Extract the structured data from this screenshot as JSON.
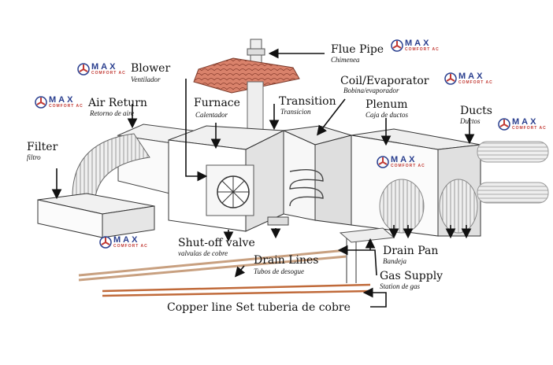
{
  "brand": {
    "logo_text": "MAX",
    "logo_sub": "COMFORT AC",
    "color_blue": "#2a3f8f",
    "color_red": "#c23a34"
  },
  "labels": {
    "flue_pipe": "Flue Pipe",
    "flue_pipe_es": "Chimenea",
    "blower": "Blower",
    "blower_es": "Ventilador",
    "coil": "Coil/Evaporator",
    "coil_es": "Bobina/evaporador",
    "air_return": "Air Return",
    "air_return_es": "Retorno de aire",
    "furnace": "Furnace",
    "furnace_es": "Calentador",
    "transition": "Transition",
    "transition_es": "Transicion",
    "plenum": "Plenum",
    "plenum_es": "Caja de ductos",
    "ducts": "Ducts",
    "ducts_es": "Ductos",
    "filter": "Filter",
    "filter_es": "filtro",
    "shutoff": "Shut-off valve",
    "shutoff_es": "valvulas de cobre",
    "drain_lines": "Drain Lines",
    "drain_lines_es": "Tubos de desogue",
    "drain_pan": "Drain Pan",
    "drain_pan_es": "Bandeja",
    "gas_supply": "Gas Supply",
    "gas_supply_es": "Station de gas",
    "copper_line": "Copper line Set  tuberia de cobre"
  }
}
